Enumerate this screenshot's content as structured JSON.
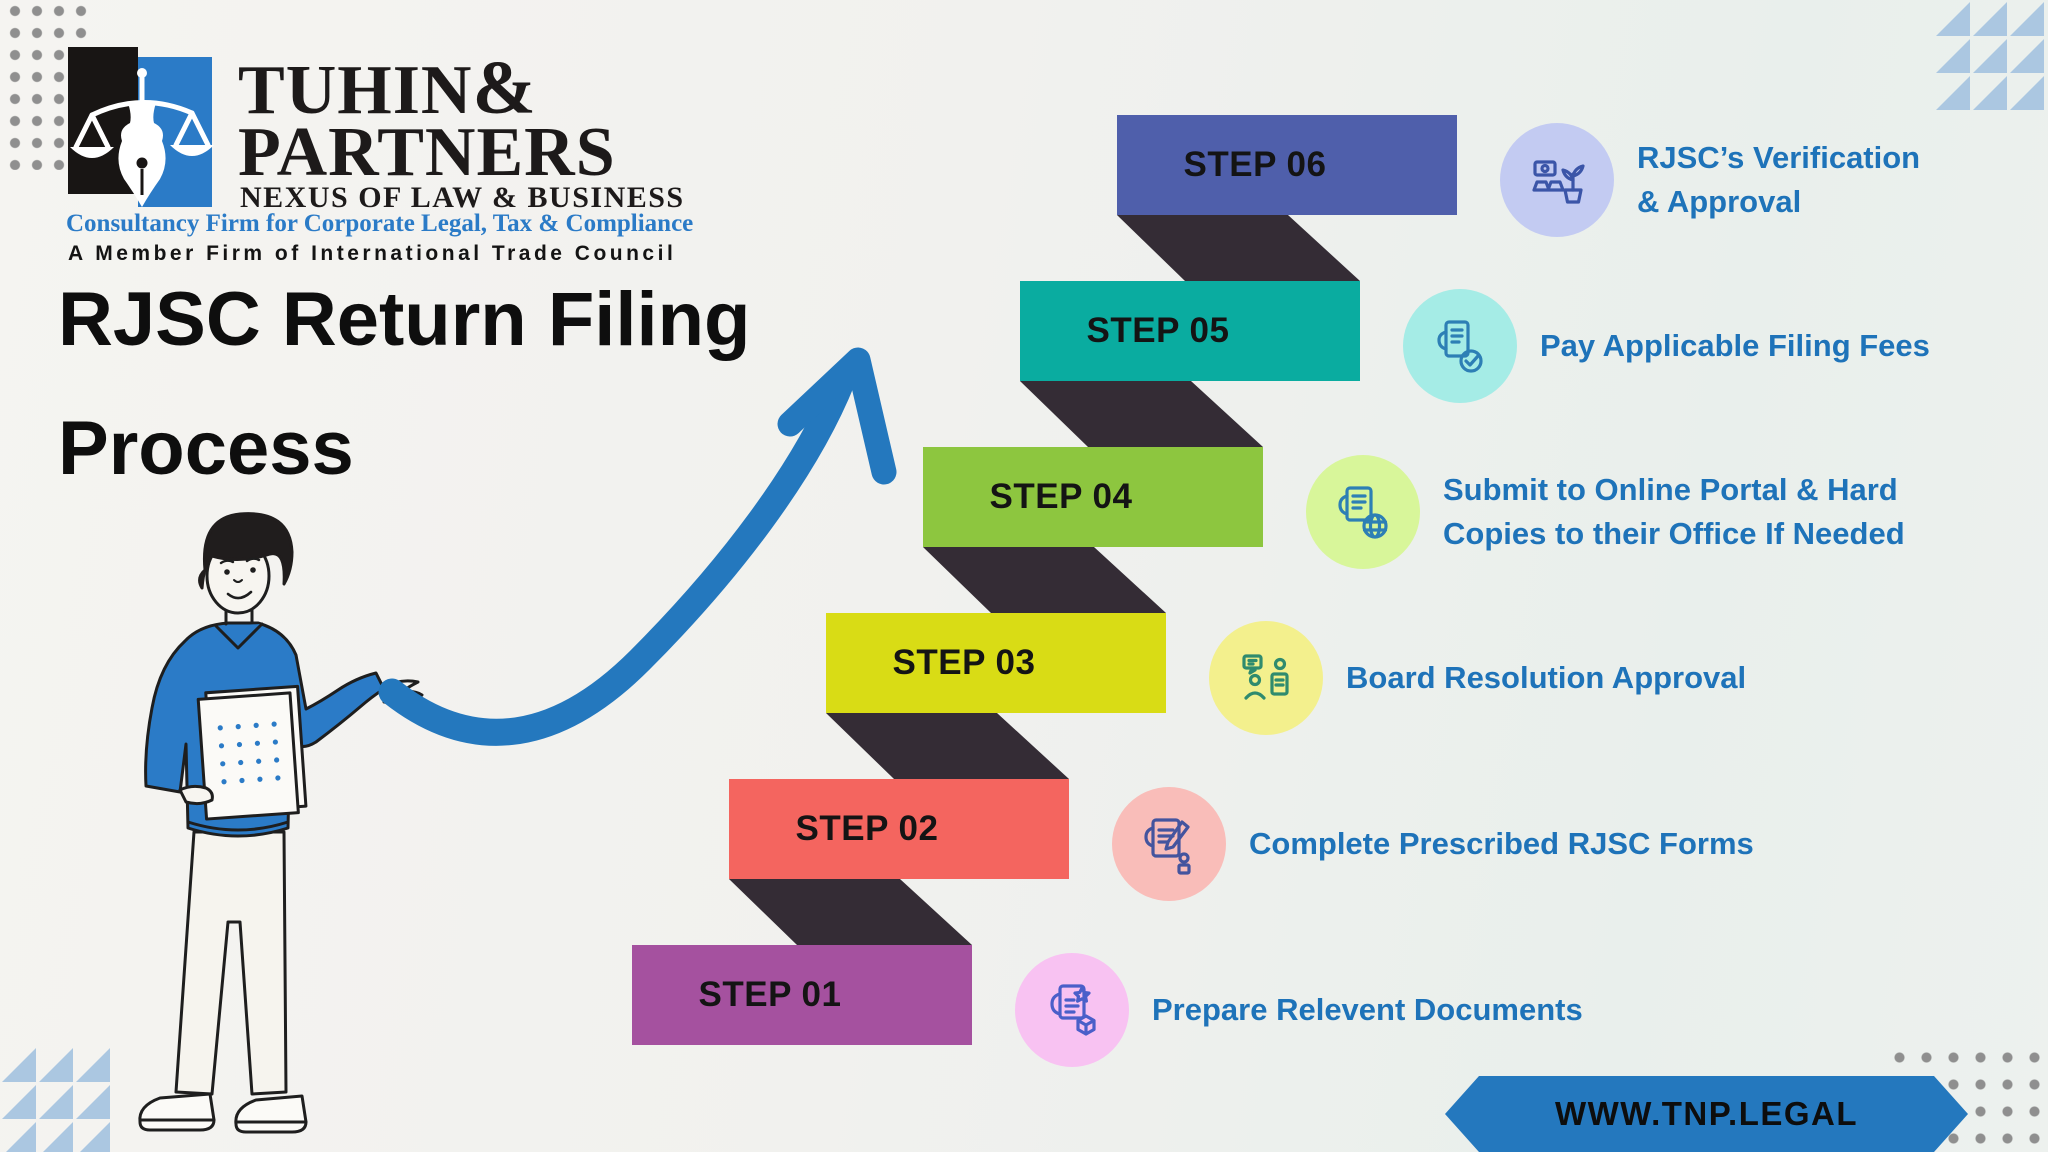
{
  "brand": {
    "name_top": "TUHIN",
    "ampersand": "&",
    "name_bottom": "PARTNERS",
    "tagline": "NEXUS OF LAW & BUSINESS",
    "descriptor": "Consultancy Firm for Corporate Legal, Tax & Compliance",
    "membership": "A Member Firm of International Trade Council",
    "logo_icon": "scales-of-justice-pen-logo"
  },
  "title": {
    "line1": "RJSC Return Filing",
    "line2": "Process"
  },
  "steps": [
    {
      "label": "STEP 01",
      "description": "Prepare Relevent Documents",
      "bar_color": "#a5519f",
      "icon_bg": "#f8c2f2",
      "icon": "document-star-cube-icon"
    },
    {
      "label": "STEP 02",
      "description": "Complete Prescribed RJSC Forms",
      "bar_color": "#f4655f",
      "icon_bg": "#f9bdb9",
      "icon": "form-pencil-icon"
    },
    {
      "label": "STEP 03",
      "description": "Board Resolution Approval",
      "bar_color": "#d9dc15",
      "icon_bg": "#f3f08d",
      "icon": "board-meeting-icon"
    },
    {
      "label": "STEP 04",
      "description": "Submit to Online Portal & Hard Copies to their Office If Needed",
      "bar_color": "#8dc63f",
      "icon_bg": "#d8f69a",
      "icon": "document-globe-icon"
    },
    {
      "label": "STEP 05",
      "description": "Pay Applicable Filing Fees",
      "bar_color": "#0aaca0",
      "icon_bg": "#a5ece6",
      "icon": "invoice-check-icon"
    },
    {
      "label": "STEP 06",
      "description": "RJSC’s Verification & Approval",
      "bar_color": "#4f5fab",
      "icon_bg": "#c3cbf2",
      "icon": "verification-growth-icon"
    }
  ],
  "footer": {
    "website": "WWW.TNP.LEGAL"
  },
  "colors": {
    "accent_blue": "#2478be",
    "text_blue": "#1e73b9",
    "connector_dark": "#342c35",
    "brand_blue": "#2b7bc7",
    "triangle_blue": "#abc7e1",
    "dot_gray": "#8f8f8f"
  }
}
